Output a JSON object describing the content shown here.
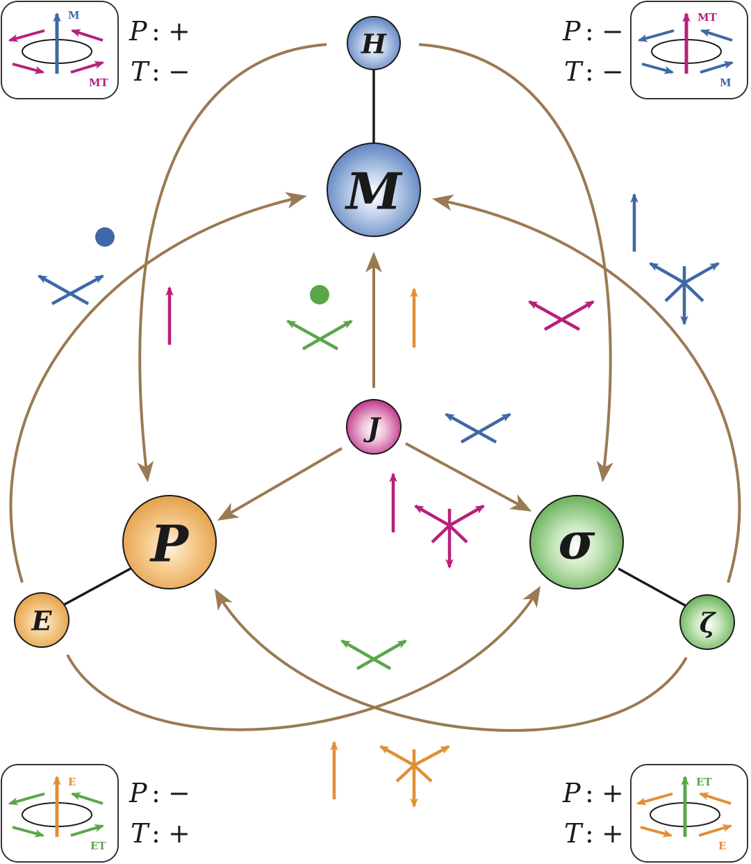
{
  "colors": {
    "edge": "#9a7a52",
    "link": "#1a1a1a",
    "blue": "#3e68a6",
    "magenta": "#b8207a",
    "orange": "#e08f35",
    "green": "#5aa64a",
    "box_border": "#333333"
  },
  "nodes": {
    "H": {
      "label": "H",
      "color": "blue"
    },
    "M": {
      "label": "M",
      "color": "blue"
    },
    "J": {
      "label": "J",
      "color": "magenta"
    },
    "P": {
      "label": "P",
      "color": "orange"
    },
    "E": {
      "label": "E",
      "color": "orange"
    },
    "sigma": {
      "label": "σ",
      "color": "green"
    },
    "zeta": {
      "label": "ζ",
      "color": "green"
    }
  },
  "corners": {
    "top_left": {
      "P_label": "P",
      "P_sign": "+",
      "T_label": "T",
      "T_sign": "−",
      "axis_tag": "M",
      "ring_tag": "MT",
      "axis_color": "blue",
      "ring_color": "magenta"
    },
    "top_right": {
      "P_label": "P",
      "P_sign": "−",
      "T_label": "T",
      "T_sign": "−",
      "axis_tag": "MT",
      "ring_tag": "M",
      "axis_color": "magenta",
      "ring_color": "blue"
    },
    "bottom_left": {
      "P_label": "P",
      "P_sign": "−",
      "T_label": "T",
      "T_sign": "+",
      "axis_tag": "E",
      "ring_tag": "ET",
      "axis_color": "orange",
      "ring_color": "green"
    },
    "bottom_right": {
      "P_label": "P",
      "P_sign": "+",
      "T_label": "T",
      "T_sign": "+",
      "axis_tag": "ET",
      "ring_tag": "E",
      "axis_color": "green",
      "ring_color": "orange"
    }
  },
  "separator": ":"
}
